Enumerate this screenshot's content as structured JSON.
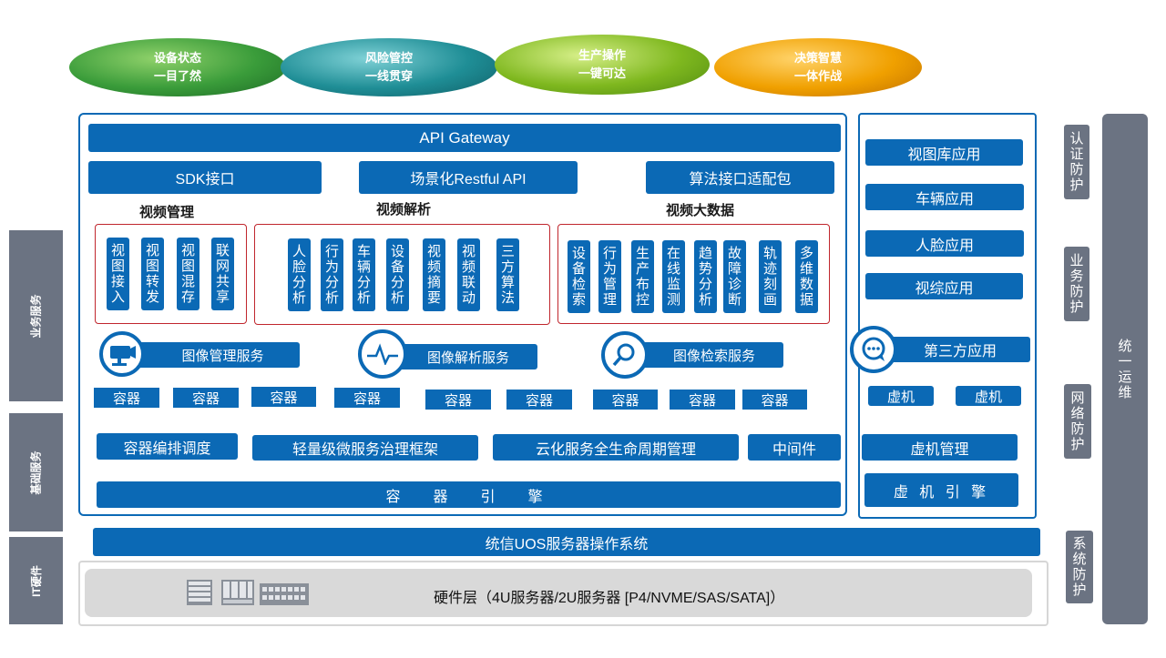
{
  "goals": [
    {
      "line1": "设备状态",
      "line2": "一目了然",
      "color": "#3a9c3a"
    },
    {
      "line1": "风险管控",
      "line2": "一线贯穿",
      "color": "#1f8e96"
    },
    {
      "line1": "生产操作",
      "line2": "一键可达",
      "color": "#7fb81f"
    },
    {
      "line1": "决策智慧",
      "line2": "一体作战",
      "color": "#f0a000"
    }
  ],
  "gateway": "API Gateway",
  "interfaces": [
    "SDK接口",
    "场景化Restful API",
    "算法接口适配包"
  ],
  "sections": {
    "video_mgmt": {
      "title": "视频管理",
      "items": [
        "视图接入",
        "视图转发",
        "视图混存",
        "联网共享"
      ]
    },
    "video_analysis": {
      "title": "视频解析",
      "items": [
        "人脸分析",
        "行为分析",
        "车辆分析",
        "设备分析",
        "视频摘要",
        "视频联动",
        "三方算法"
      ]
    },
    "video_bigdata": {
      "title": "视频大数据",
      "items": [
        "设备检索",
        "行为管理",
        "生产布控",
        "在线监测",
        "趋势分析",
        "故障诊断",
        "轨迹刻画",
        "多维数据"
      ]
    }
  },
  "services": [
    "图像管理服务",
    "图像解析服务",
    "图像检索服务"
  ],
  "containers": [
    "容器",
    "容器",
    "容器",
    "容器",
    "容器",
    "容器",
    "容器",
    "容器",
    "容器"
  ],
  "frameworks": [
    "容器编排调度",
    "轻量级微服务治理框架",
    "云化服务全生命周期管理",
    "中间件"
  ],
  "container_engine": "容　器　引　擎",
  "apps": [
    "视图库应用",
    "车辆应用",
    "人脸应用",
    "视综应用"
  ],
  "third_party": "第三方应用",
  "vms": [
    "虚机",
    "虚机"
  ],
  "vm_mgmt": "虚机管理",
  "vm_engine": "虚 机 引 擎",
  "os": "统信UOS服务器操作系统",
  "hardware": "硬件层（4U服务器/2U服务器 [P4/NVME/SAS/SATA]）",
  "left_labels": [
    "业务服务",
    "基础服务",
    "IT硬件"
  ],
  "right_labels": [
    "认证防护",
    "业务防护",
    "网络防护",
    "系统防护"
  ],
  "ops": "统一运维"
}
